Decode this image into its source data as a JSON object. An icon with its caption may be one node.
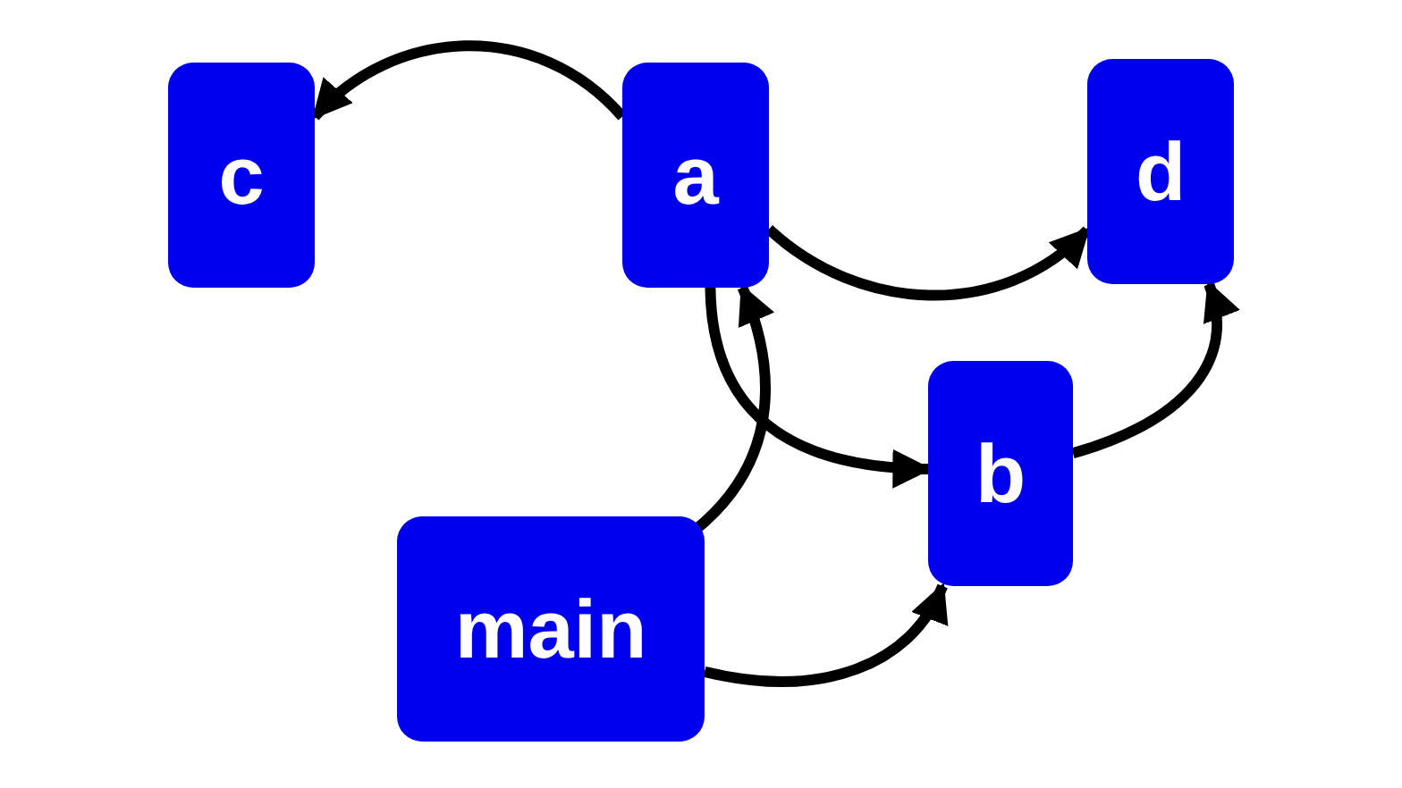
{
  "diagram": {
    "nodes": [
      {
        "text": [
          "c"
        ]
      },
      {
        "text": [
          "a"
        ]
      },
      {
        "text": [
          "d"
        ]
      },
      {
        "text": [
          "b"
        ]
      },
      {
        "text": [
          "main"
        ]
      }
    ],
    "edges": [
      {
        "from": 1,
        "to": 0,
        "arrow": "to"
      },
      {
        "from": 1,
        "to": 2,
        "arrow": "to"
      },
      {
        "from": 1,
        "to": 3,
        "arrow": "to"
      },
      {
        "from": 4,
        "to": 1,
        "arrow": "to"
      },
      {
        "from": 4,
        "to": 3,
        "arrow": "to"
      },
      {
        "from": 3,
        "to": 2,
        "arrow": "to"
      }
    ]
  }
}
